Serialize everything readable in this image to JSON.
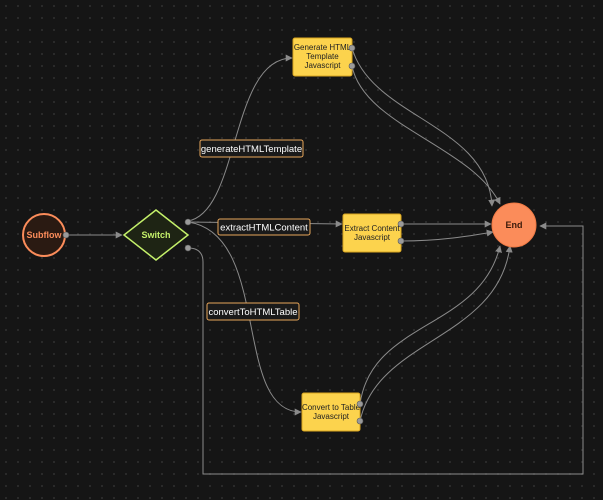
{
  "colors": {
    "background": "#151515",
    "edge": "#8a8a8a",
    "task_fill": "#fcd34d",
    "task_stroke": "#d9a520",
    "subflow_fill": "#fb8c5a",
    "subflow_text": "#fb8c5a",
    "switch_stroke": "#c4f06a",
    "switch_text": "#c4f06a",
    "end_fill": "#fb8c5a",
    "label_border": "#e8a65a"
  },
  "nodes": {
    "subflow": {
      "label": "Subflow"
    },
    "switch": {
      "label": "Switch"
    },
    "generate": {
      "line1": "Generate HTML",
      "line2": "Template",
      "line3": "Javascript"
    },
    "extract": {
      "line1": "Extract Content",
      "line2": "Javascript"
    },
    "convert": {
      "line1": "Convert to Table",
      "line2": "Javascript"
    },
    "end": {
      "label": "End"
    }
  },
  "edge_labels": {
    "generate": "generateHTMLTemplate",
    "extract": "extractHTMLContent",
    "convert": "convertToHTMLTable"
  }
}
